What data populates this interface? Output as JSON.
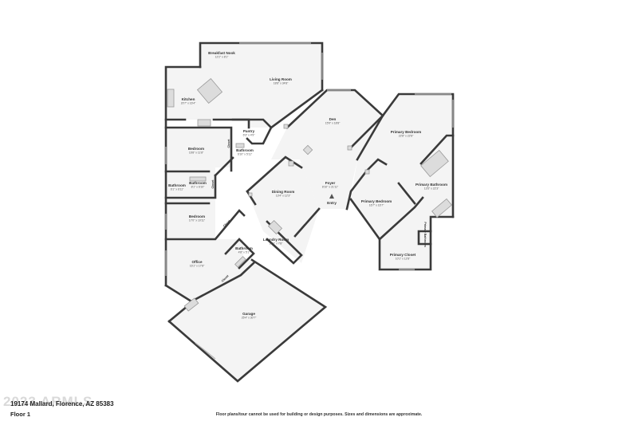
{
  "rooms": [
    {
      "id": "breakfast-nook",
      "name": "Breakfast Nook",
      "dim": "12'2\" x 8'1\""
    },
    {
      "id": "living-room",
      "name": "Living Room",
      "dim": "18'8\" x 34'8\""
    },
    {
      "id": "kitchen",
      "name": "Kitchen",
      "dim": "20'7\" x 16'4\""
    },
    {
      "id": "pantry",
      "name": "Pantry",
      "dim": "6'3\" x 4'9\""
    },
    {
      "id": "bathroom-small",
      "name": "Bathroom",
      "dim": "6'10\" x 5'11\""
    },
    {
      "id": "bedroom-1",
      "name": "Bedroom",
      "dim": "16'8\" x 11'8\""
    },
    {
      "id": "bathroom-hall-left",
      "name": "Bathroom",
      "dim": "6'1\" x 6'11\""
    },
    {
      "id": "bathroom-hall",
      "name": "Bathroom",
      "dim": "8'1\" x 6'10\""
    },
    {
      "id": "bedroom-2",
      "name": "Bedroom",
      "dim": "17'0\" x 10'11\""
    },
    {
      "id": "office",
      "name": "Office",
      "dim": "16'1\" x 17'8\""
    },
    {
      "id": "bathroom-office",
      "name": "Bathroom",
      "dim": "4'8\" x 5'1\""
    },
    {
      "id": "den",
      "name": "Den",
      "dim": "15'9\" x 18'8\""
    },
    {
      "id": "dining-room",
      "name": "Dining Room",
      "dim": "13'4\" x 12'3\""
    },
    {
      "id": "foyer",
      "name": "Foyer",
      "dim": "8'10\" x 21'11\""
    },
    {
      "id": "laundry-room",
      "name": "Laundry Room",
      "dim": "17'0\" x 7'8\""
    },
    {
      "id": "garage",
      "name": "Garage",
      "dim": "25'4\" x 30'7\""
    },
    {
      "id": "primary-bedroom-nook",
      "name": "Primary Bedroom",
      "dim": "22'8\" x 22'8\""
    },
    {
      "id": "primary-bedroom",
      "name": "Primary Bedroom",
      "dim": "16'7\" x 16'7\""
    },
    {
      "id": "primary-bathroom",
      "name": "Primary Bathroom",
      "dim": "13'5\" x 22'3\""
    },
    {
      "id": "primary-closet",
      "name": "Primary Closet",
      "dim": "10'1\" x 12'8\""
    }
  ],
  "vertical_labels": {
    "closet_pantry": "Closet",
    "closet_hall": "Closet",
    "closet_bed": "Closet",
    "closet_office": "Closet",
    "primary_bathroom_toilet": "Primary Bathroom"
  },
  "entry_label": "Entry",
  "footer": {
    "address": "19174 Mallard, Florence, AZ 85383",
    "floor": "Floor 1",
    "disclaimer": "Floor plans/tour cannot be used for building or design purposes. Sizes and dimensions are approximate.",
    "watermark": "2023 ARMLS"
  },
  "colors": {
    "floor": "#f4f4f4",
    "wall": "#3a3a3a",
    "text": "#333333"
  }
}
